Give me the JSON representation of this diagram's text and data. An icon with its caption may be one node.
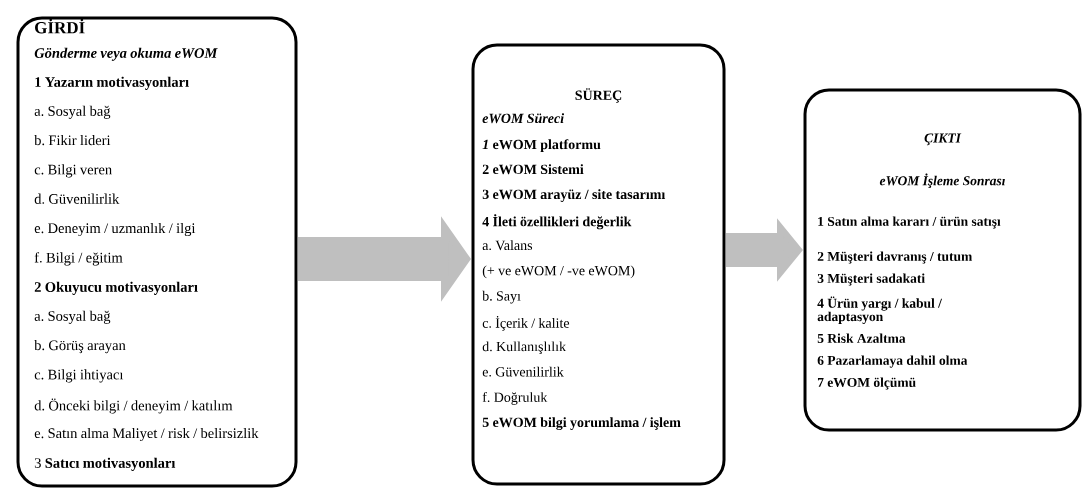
{
  "diagram": {
    "nodes": [
      {
        "text": [
          "GİRDİ",
          "Gönderme veya okuma eWOM",
          "1 Yazarın motivasyonları",
          "a. Sosyal bağ",
          "b. Fikir lideri",
          "c. Bilgi veren",
          "d. Güvenilirlik",
          "e. Deneyim / uzmanlık / ilgi",
          "f. Bilgi / eğitim",
          "2 Okuyucu motivasyonları",
          "a. Sosyal bağ",
          "b. Görüş arayan",
          "c. Bilgi ihtiyacı",
          "d. Önceki bilgi / deneyim / katılım",
          "e. Satın alma Maliyet / risk / belirsizlik",
          "3 **Satıcı motivasyonları**"
        ]
      },
      {
        "text": [
          "SÜREÇ",
          "eWOM Süreci",
          "*1* eWOM platformu",
          "2 eWOM Sistemi",
          "3 eWOM arayüz / site tasarımı",
          "4 İleti özellikleri değerlik",
          "a. Valans",
          "(+ ve eWOM / -ve eWOM)",
          "b. Sayı",
          "c. İçerik / kalite",
          "d. Kullanışlılık",
          "e. Güvenilirlik",
          "f. Doğruluk",
          "5 eWOM bilgi yorumlama / işlem"
        ]
      },
      {
        "text": [
          "ÇIKTI",
          "eWOM İşleme Sonrası",
          "1 Satın alma kararı / ürün satışı",
          "2 Müşteri davranış / tutum",
          "3 Müşteri sadakati",
          "4 Ürün yargı / kabul / adaptasyon",
          "5 Risk Azaltma",
          "6 Pazarlamaya dahil olma",
          "7 eWOM ölçümü"
        ]
      }
    ],
    "edges": [
      {
        "from": 0,
        "to": 1,
        "arrow": "to"
      },
      {
        "from": 1,
        "to": 2,
        "arrow": "to"
      }
    ]
  }
}
